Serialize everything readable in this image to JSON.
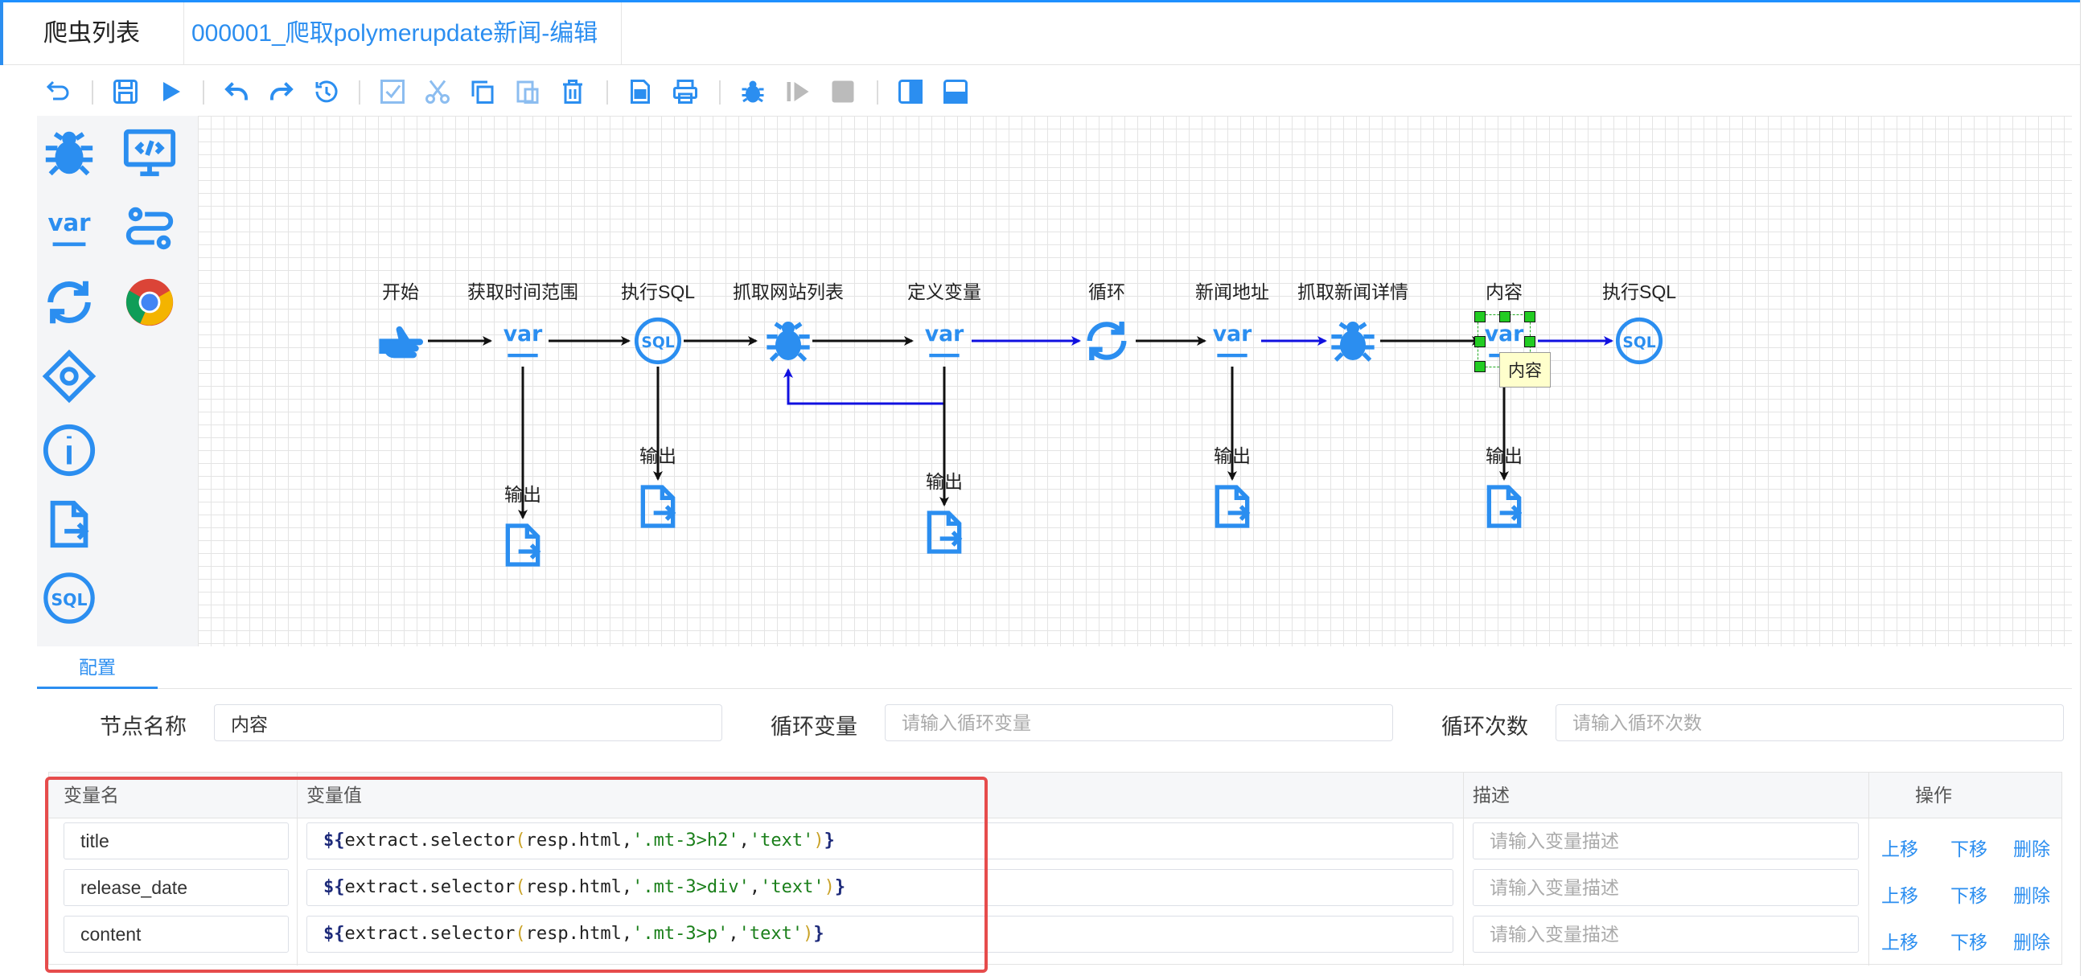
{
  "tabs": [
    {
      "label": "爬虫列表"
    },
    {
      "label": "000001_爬取polymerupdate新闻-编辑"
    }
  ],
  "flow": {
    "nodes": [
      {
        "label": "开始",
        "icon": "hand-pointer-icon"
      },
      {
        "label": "获取时间范围",
        "icon": "variable-icon"
      },
      {
        "label": "执行SQL",
        "icon": "sql-icon"
      },
      {
        "label": "抓取网站列表",
        "icon": "spider-icon"
      },
      {
        "label": "定义变量",
        "icon": "variable-icon"
      },
      {
        "label": "循环",
        "icon": "loop-icon"
      },
      {
        "label": "新闻地址",
        "icon": "variable-icon"
      },
      {
        "label": "抓取新闻详情",
        "icon": "spider-icon"
      },
      {
        "label": "内容",
        "icon": "variable-icon"
      },
      {
        "label": "执行SQL",
        "icon": "sql-icon"
      }
    ],
    "outputs": [
      "输出",
      "输出",
      "输出",
      "输出",
      "输出"
    ],
    "tooltip": "内容"
  },
  "config": {
    "tab_label": "配置",
    "node_name_label": "节点名称",
    "node_name_value": "内容",
    "loop_var_label": "循环变量",
    "loop_var_placeholder": "请输入循环变量",
    "loop_count_label": "循环次数",
    "loop_count_placeholder": "请输入循环次数"
  },
  "variables": {
    "headers": {
      "name": "变量名",
      "value": "变量值",
      "desc": "描述",
      "ops": "操作"
    },
    "desc_placeholder": "请输入变量描述",
    "ops": {
      "up": "上移",
      "down": "下移",
      "delete": "删除"
    },
    "rows": [
      {
        "name": "title",
        "selector": "'.mt-3>h2'",
        "type": "'text'"
      },
      {
        "name": "release_date",
        "selector": "'.mt-3>div'",
        "type": "'text'"
      },
      {
        "name": "content",
        "selector": "'.mt-3>p'",
        "type": "'text'"
      }
    ],
    "code_parts": {
      "open": "${",
      "func": "extract.selector",
      "arg": "resp.html",
      "close": "}"
    }
  },
  "colors": {
    "accent": "#2b8ef0",
    "highlight": "#e64c4c",
    "edge_blue": "#1010e0"
  }
}
